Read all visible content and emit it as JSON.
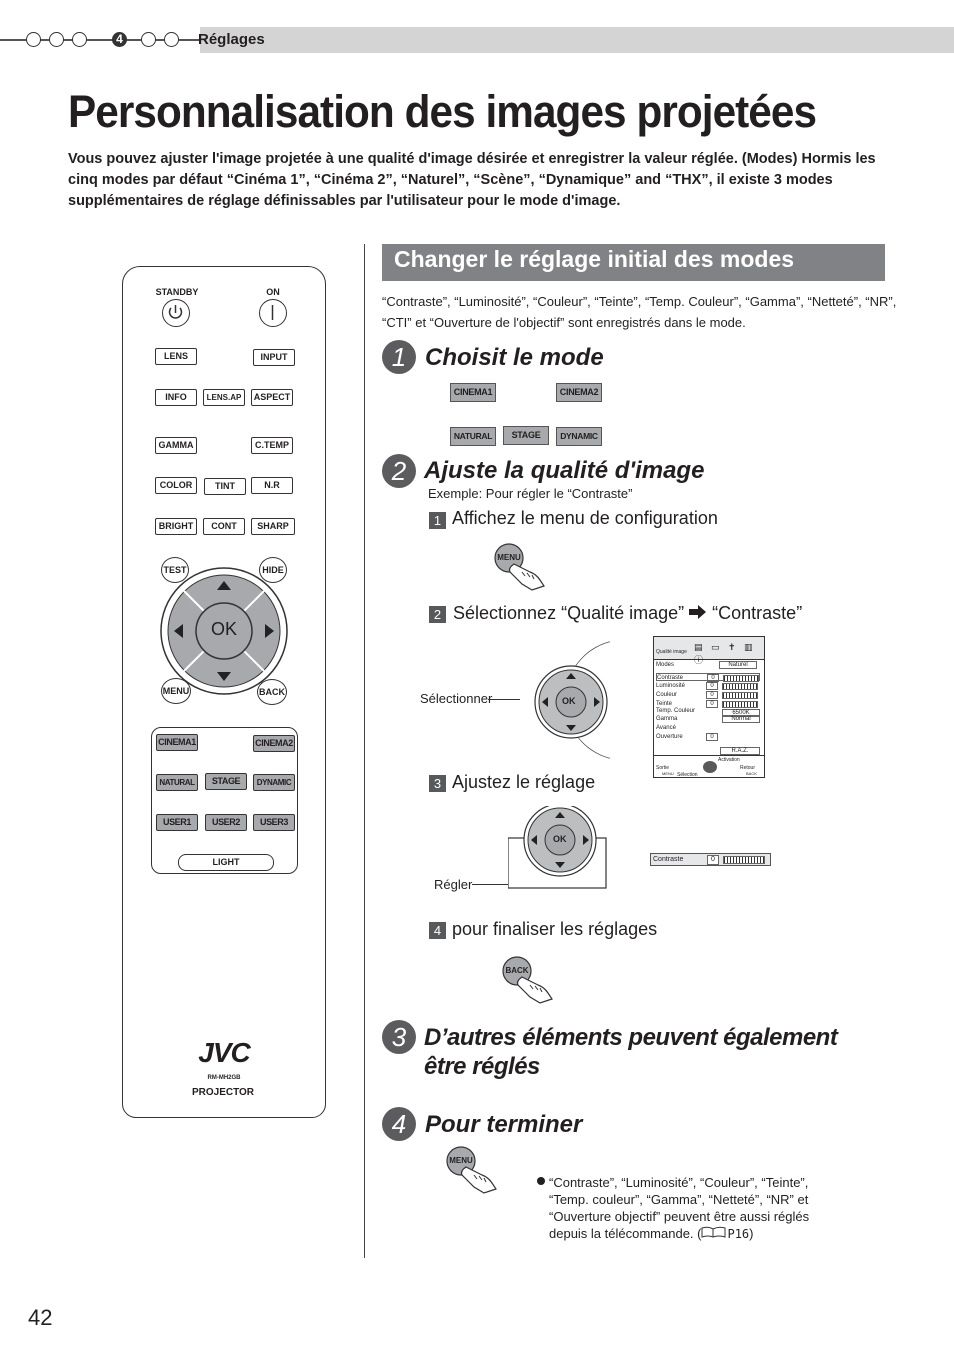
{
  "header": {
    "section_number": "4",
    "section_title": "Réglages"
  },
  "page_title": "Personnalisation des images projetées",
  "intro_text": "Vous pouvez ajuster l'image projetée à une qualité d'image désirée et enregistrer la valeur réglée. (Modes) Hormis les cinq modes par défaut “Cinéma 1”, “Cinéma 2”, “Naturel”, “Scène”, “Dynamique” and “THX”, il existe 3 modes supplémentaires de réglage définissables par l'utilisateur pour le mode d'image.",
  "section": {
    "heading": "Changer le réglage initial des modes",
    "description": "“Contraste”, “Luminosité”, “Couleur”, “Teinte”, “Temp. Couleur”, “Gamma”, “Netteté”, “NR”, “CTI” et “Ouverture de l'objectif” sont enregistrés dans le mode."
  },
  "steps": [
    {
      "number": "1",
      "title": "Choisit le mode"
    },
    {
      "number": "2",
      "title": "Ajuste la qualité d'image",
      "example": "Exemple: Pour régler le “Contraste”"
    },
    {
      "number": "3",
      "title": "D’autres éléments peuvent également être réglés"
    },
    {
      "number": "4",
      "title": "Pour terminer"
    }
  ],
  "mode_buttons": {
    "cinema1": "CINEMA1",
    "cinema2": "CINEMA2",
    "natural": "NATURAL",
    "stage": "STAGE",
    "dynamic": "DYNAMIC"
  },
  "substeps": [
    {
      "number": "1",
      "text": "Affichez le menu de configuration"
    },
    {
      "number": "2",
      "text_before": "Sélectionnez “Qualité image”",
      "text_after": "“Contraste”"
    },
    {
      "number": "3",
      "text": "Ajustez le réglage"
    },
    {
      "number": "4",
      "text": "pour finaliser les réglages"
    }
  ],
  "illustration_labels": {
    "menu": "MENU",
    "back": "BACK",
    "ok": "OK",
    "select": "Sélectionner",
    "adjust": "Régler"
  },
  "osd_menu": {
    "tab": "Qualité image",
    "rows": [
      {
        "label": "Modes",
        "value": "Naturel"
      },
      {
        "label": "Contraste",
        "value": "0"
      },
      {
        "label": "Luminosité",
        "value": "0"
      },
      {
        "label": "Couleur",
        "value": "0"
      },
      {
        "label": "Teinte",
        "value": "0"
      },
      {
        "label": "Temp. Couleur",
        "value": "6500K"
      },
      {
        "label": "Gamma",
        "value": "Normal"
      },
      {
        "label": "Avancé",
        "value": ""
      },
      {
        "label": "Ouverture",
        "value": "0"
      }
    ],
    "reset": "R.A.Z.",
    "activation": "Activation",
    "exit": "Sortie",
    "exit_key": "MENU",
    "selection": "Sélection",
    "return": "Retour",
    "return_key": "BACK"
  },
  "contrast_bar": {
    "label": "Contraste",
    "value": "0"
  },
  "note": {
    "text": "“Contraste”, “Luminosité”, “Couleur”, “Teinte”, “Temp. couleur”, “Gamma”, “Netteté”, “NR” et “Ouverture objectif” peuvent être aussi réglés depuis la télécommande. (",
    "ref": "P16",
    "close": ")"
  },
  "remote": {
    "standby": "STANDBY",
    "on": "ON",
    "lens": "LENS",
    "input": "INPUT",
    "info": "INFO",
    "lens_ap": "LENS.AP",
    "aspect": "ASPECT",
    "gamma": "GAMMA",
    "c_temp": "C.TEMP",
    "color": "COLOR",
    "tint": "TINT",
    "nr": "N.R",
    "bright": "BRIGHT",
    "cont": "CONT",
    "sharp": "SHARP",
    "test": "TEST",
    "hide": "HIDE",
    "ok": "OK",
    "menu": "MENU",
    "back": "BACK",
    "cinema1": "CINEMA1",
    "cinema2": "CINEMA2",
    "natural": "NATURAL",
    "stage": "STAGE",
    "dynamic": "DYNAMIC",
    "user1": "USER1",
    "user2": "USER2",
    "user3": "USER3",
    "light": "LIGHT",
    "brand": "JVC",
    "model": "RM-MH2GB",
    "product": "PROJECTOR"
  },
  "page_number": "42"
}
